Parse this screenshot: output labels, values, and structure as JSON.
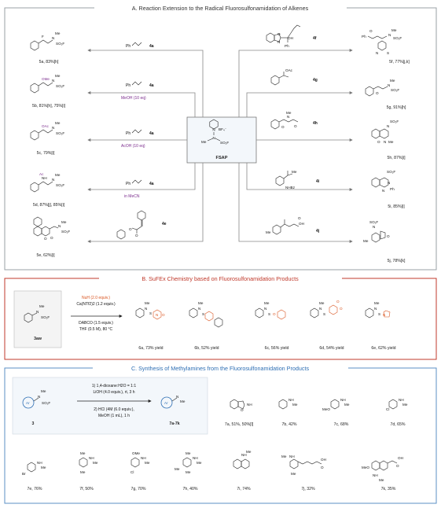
{
  "section_a": {
    "title": "A. Reaction Extension to the Radical Fluorosulfonamidation of Alkenes",
    "center_reagent": "FSAP",
    "left_reagents": [
      {
        "alkene": "Ph",
        "label": "4a",
        "additive": ""
      },
      {
        "alkene": "Ph",
        "label": "4a",
        "additive": "MeOH (10 eq)"
      },
      {
        "alkene": "Ph",
        "label": "4a",
        "additive": "AcOH (10 eq)"
      },
      {
        "alkene": "Ph",
        "label": "4a",
        "additive": "in MeCN"
      },
      {
        "alkene": "",
        "label": "4e",
        "additive": ""
      }
    ],
    "left_products": [
      "5a, 83%[h]",
      "5b, 81%[h], 75%[i]",
      "5c, 79%[i]",
      "5d, 87%[j], 85%[i]",
      "5e, 62%[i]"
    ],
    "right_reagents": [
      "4f",
      "4g",
      "4h",
      "4i",
      "4j"
    ],
    "right_products": [
      "5f, 77%[j,k]",
      "5g, 91%[h]",
      "5h, 87%[i]",
      "5i, 85%[i]",
      "5j, 78%[k]"
    ]
  },
  "section_b": {
    "title": "B. SuFEx Chemistry based on Fluorosulfonamidation Products",
    "start_label": "3aw",
    "conditions": [
      "NuH (2.0 equiv.)",
      "Ca(NTf2)2 (1.2 equiv.)",
      "DABCO (1.5 equiv.)",
      "THF (0.5 M), 80 °C"
    ],
    "products": [
      "6a, 73% yield",
      "6b, 52% yield",
      "6c, 56% yield",
      "6d, 54% yield",
      "6e, 62% yield"
    ]
  },
  "section_c": {
    "title": "C. Synthesis of Methylamines from the Fluorosulfonamidation Products",
    "start_label": "3",
    "product_range": "7a-7k",
    "conditions": [
      "1) 1,4-dioxane:H2O = 1:1",
      "LiOH (4.0 equiv.), rt, 3 h",
      "2) HCl (4M (6.0 equiv.),",
      "MeOH (1 mL), 1 h"
    ],
    "row1": [
      "7a, 51%, 50%[l]",
      "7b, 42%",
      "7c, 68%",
      "7d, 65%"
    ],
    "row2": [
      "7e, 76%",
      "7f, 50%",
      "7g, 70%",
      "7h, 40%",
      "7i, 74%",
      "7j, 32%",
      "7k, 35%"
    ]
  },
  "colors": {
    "purple": "#7a2a8c",
    "orange": "#d9531e",
    "red": "#c0392b",
    "frame": "#9aa0a6"
  }
}
